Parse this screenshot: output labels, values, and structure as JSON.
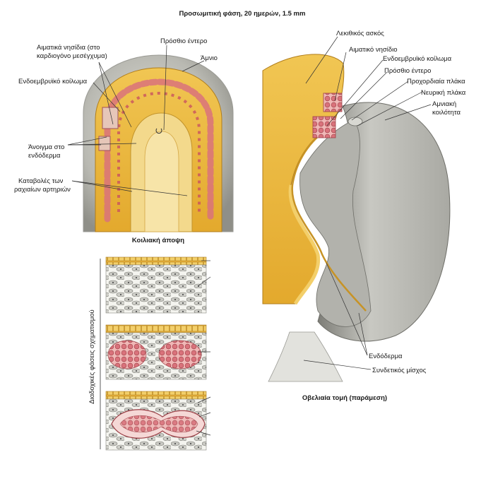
{
  "title": "Προσωμιτική φάση, 20 ημερών, 1.5 mm",
  "ventral_view": {
    "caption": "Κοιλιακή άποψη",
    "labels": {
      "blood_islands_line1": "Αιματικά νησίδια (στο",
      "blood_islands_line2": "καρδιογόνο μεσέγχυμα)",
      "intraembryonic_coelom": "Ενδοεμβρυϊκό κοίλωμα",
      "foregut": "Πρόσθιο έντερο",
      "amnion": "Άμνιο",
      "endoderm_opening_line1": "Άνοιγμα στο",
      "endoderm_opening_line2": "ενδόδερμα",
      "spinal_arteries_line1": "Καταβολές των",
      "spinal_arteries_line2": "ραχιαίων αρτηριών"
    }
  },
  "sagittal_section": {
    "caption": "Οβελιαία τομή (παράμεση)",
    "labels": {
      "yolk_sac": "Λεκιθικός ασκός",
      "blood_island": "Αιματικό νησίδιο",
      "intraembryonic_coelom": "Ενδοεμβρυϊκό κοίλωμα",
      "foregut": "Πρόσθιο έντερο",
      "prechordal_plate": "Προχορδιαία πλάκα",
      "neural_plate": "Νευρική πλάκα",
      "amniotic_cavity_line1": "Αμνιακή",
      "amniotic_cavity_line2": "κοιλότητα",
      "endoderm": "Ενδόδερμα",
      "connecting_stalk": "Συνδετικός μίσχος"
    }
  },
  "stages_panel": {
    "side_label": "Διαδοχικές φάσεις σχηματισμού"
  },
  "colors": {
    "yolk": "#eab33a",
    "yolk_light": "#f3cf6a",
    "blood": "#d9727b",
    "tissue_gray": "#c9c9c3",
    "membrane": "#dcdcd6"
  }
}
